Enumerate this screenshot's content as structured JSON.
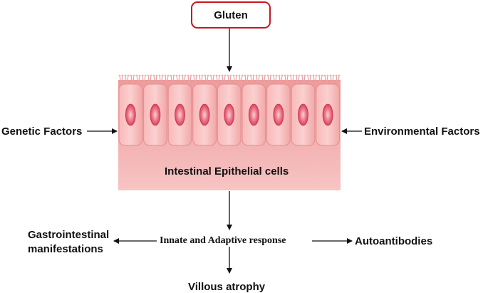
{
  "diagram": {
    "top_node": "Gluten",
    "tissue_label": "Intestinal Epithelial cells",
    "left_input": "Genetic Factors",
    "right_input": "Environmental Factors",
    "center_node": "Innate and Adaptive response",
    "left_output_line1": "Gastrointestinal",
    "left_output_line2": "manifestations",
    "right_output": "Autoantibodies",
    "bottom_output": "Villous atrophy"
  },
  "colors": {
    "gluten_border": "#c8161d",
    "epithelium": "#f4a6a6",
    "nucleus": "#e0546a",
    "arrow": "#111111"
  }
}
